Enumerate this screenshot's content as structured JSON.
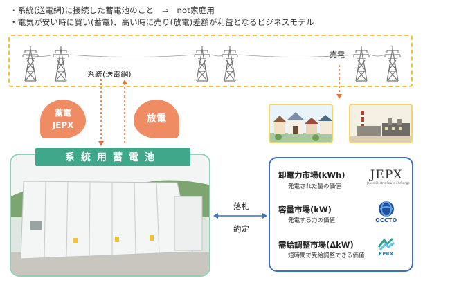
{
  "bullets": [
    "・系統(送電網)に接続した蓄電池のこと　⇒　not家庭用",
    "・電気が安い時に買い(蓄電)、高い時に売り(放電)差額が利益となるビジネスモデル"
  ],
  "grid": {
    "label": "系統(送電網)",
    "sell_label": "売電"
  },
  "charge_bubble": {
    "line1": "蓄電",
    "line2": "JEPX"
  },
  "discharge_bubble": {
    "label": "放電"
  },
  "bess": {
    "title": "系統用蓄電池"
  },
  "link": {
    "top": "落札",
    "bottom": "約定"
  },
  "markets": [
    {
      "title": "卸電力市場(kWh)",
      "subtitle": "発電された量の価値",
      "logo": "JEPX",
      "logo_sub": "Japan Electric Power eXchange"
    },
    {
      "title": "容量市場(kW)",
      "subtitle": "発電する力の価値",
      "logo": "OCCTO",
      "logo_sub": ""
    },
    {
      "title": "需給調整市場(ΔkW)",
      "subtitle": "短時間で受給調整できる価値",
      "logo": "EPRX",
      "logo_sub": ""
    }
  ],
  "colors": {
    "dashed_grid": "#f2c230",
    "bubble": "#f08c64",
    "banner": "#3fa88a",
    "market_border": "#3c6fc4",
    "arrow": "#e4733a"
  },
  "icons": [
    "transmission-tower-icon",
    "house-icon",
    "factory-icon",
    "jepx-logo",
    "occto-logo",
    "eprx-logo"
  ]
}
